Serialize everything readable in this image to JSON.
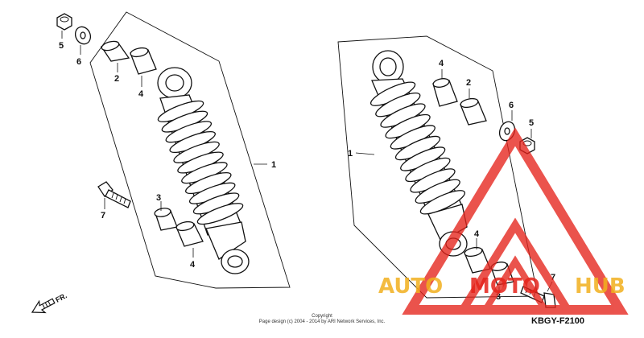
{
  "callouts": {
    "left": {
      "p5": "5",
      "p6": "6",
      "p2": "2",
      "p4a": "4",
      "p1": "1",
      "p7": "7",
      "p3": "3",
      "p4b": "4"
    },
    "right": {
      "p4a": "4",
      "p2": "2",
      "p6": "6",
      "p5": "5",
      "p1": "1",
      "p4b": "4",
      "p7": "7",
      "p3": "3"
    }
  },
  "footer": {
    "copyright_title": "Copyright",
    "copyright_line": "Page design (c) 2004 - 2014 by ARI Network Services, Inc.",
    "diagram_code": "KBGY-F2100",
    "direction_label": "FR."
  },
  "watermark": {
    "brand_auto": "AUTO",
    "brand_moto": "MOTO",
    "brand_hub": "HUB",
    "colors": {
      "auto": "#f2b01e",
      "moto": "#e5231b",
      "hub": "#f2b01e",
      "logo": "#e5231b"
    }
  }
}
